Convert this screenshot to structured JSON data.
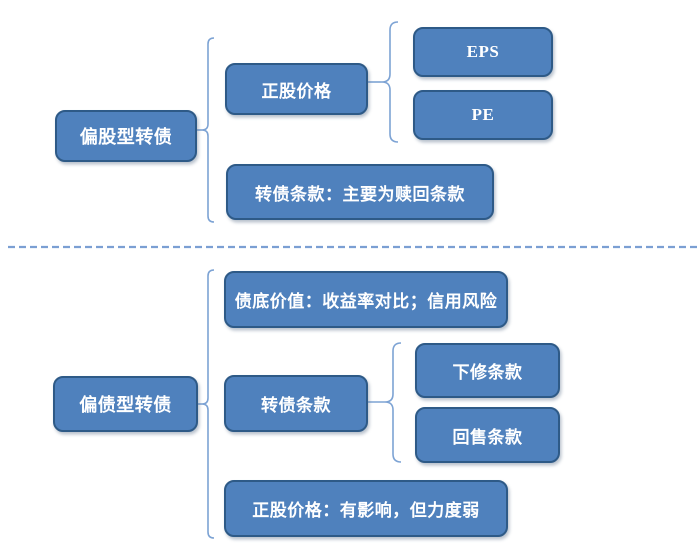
{
  "diagram": {
    "title": "convertible-bond-valuation-framework",
    "colors": {
      "box_fill": "#4f81bd",
      "box_border": "#2e5a87",
      "box_text": "#ffffff",
      "connector_line": "#7da3d4",
      "divider_line": "#7b9fd3",
      "background": "#ffffff"
    },
    "sections": [
      {
        "parent": "偏股型转债",
        "children": [
          {
            "label": "正股价格",
            "subchildren": [
              "EPS",
              "PE"
            ]
          },
          {
            "label": "转债条款：主要为赎回条款",
            "subchildren": []
          }
        ]
      },
      {
        "parent": "偏债型转债",
        "children": [
          {
            "label": "债底价值：收益率对比；信用风险",
            "subchildren": []
          },
          {
            "label": "转债条款",
            "subchildren": [
              "下修条款",
              "回售条款"
            ]
          },
          {
            "label": "正股价格：有影响，但力度弱",
            "subchildren": []
          }
        ]
      }
    ]
  }
}
